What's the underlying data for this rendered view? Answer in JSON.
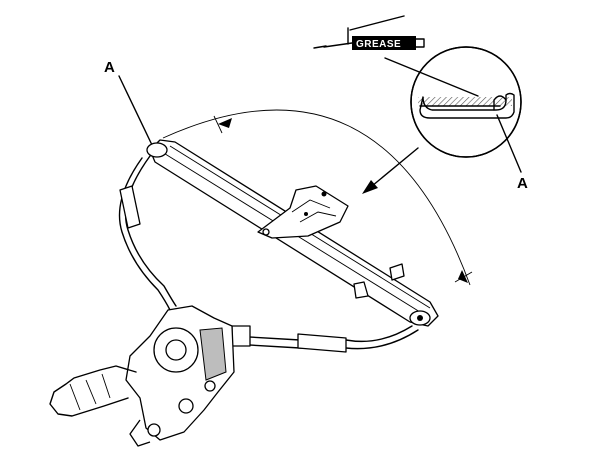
{
  "labels": {
    "callout_left": "A",
    "callout_right": "A",
    "grease": "GREASE"
  },
  "colors": {
    "line": "#000000",
    "background": "#ffffff",
    "hatch": "#888888"
  },
  "icons": {
    "grease_tool": "grease-gun-icon"
  }
}
